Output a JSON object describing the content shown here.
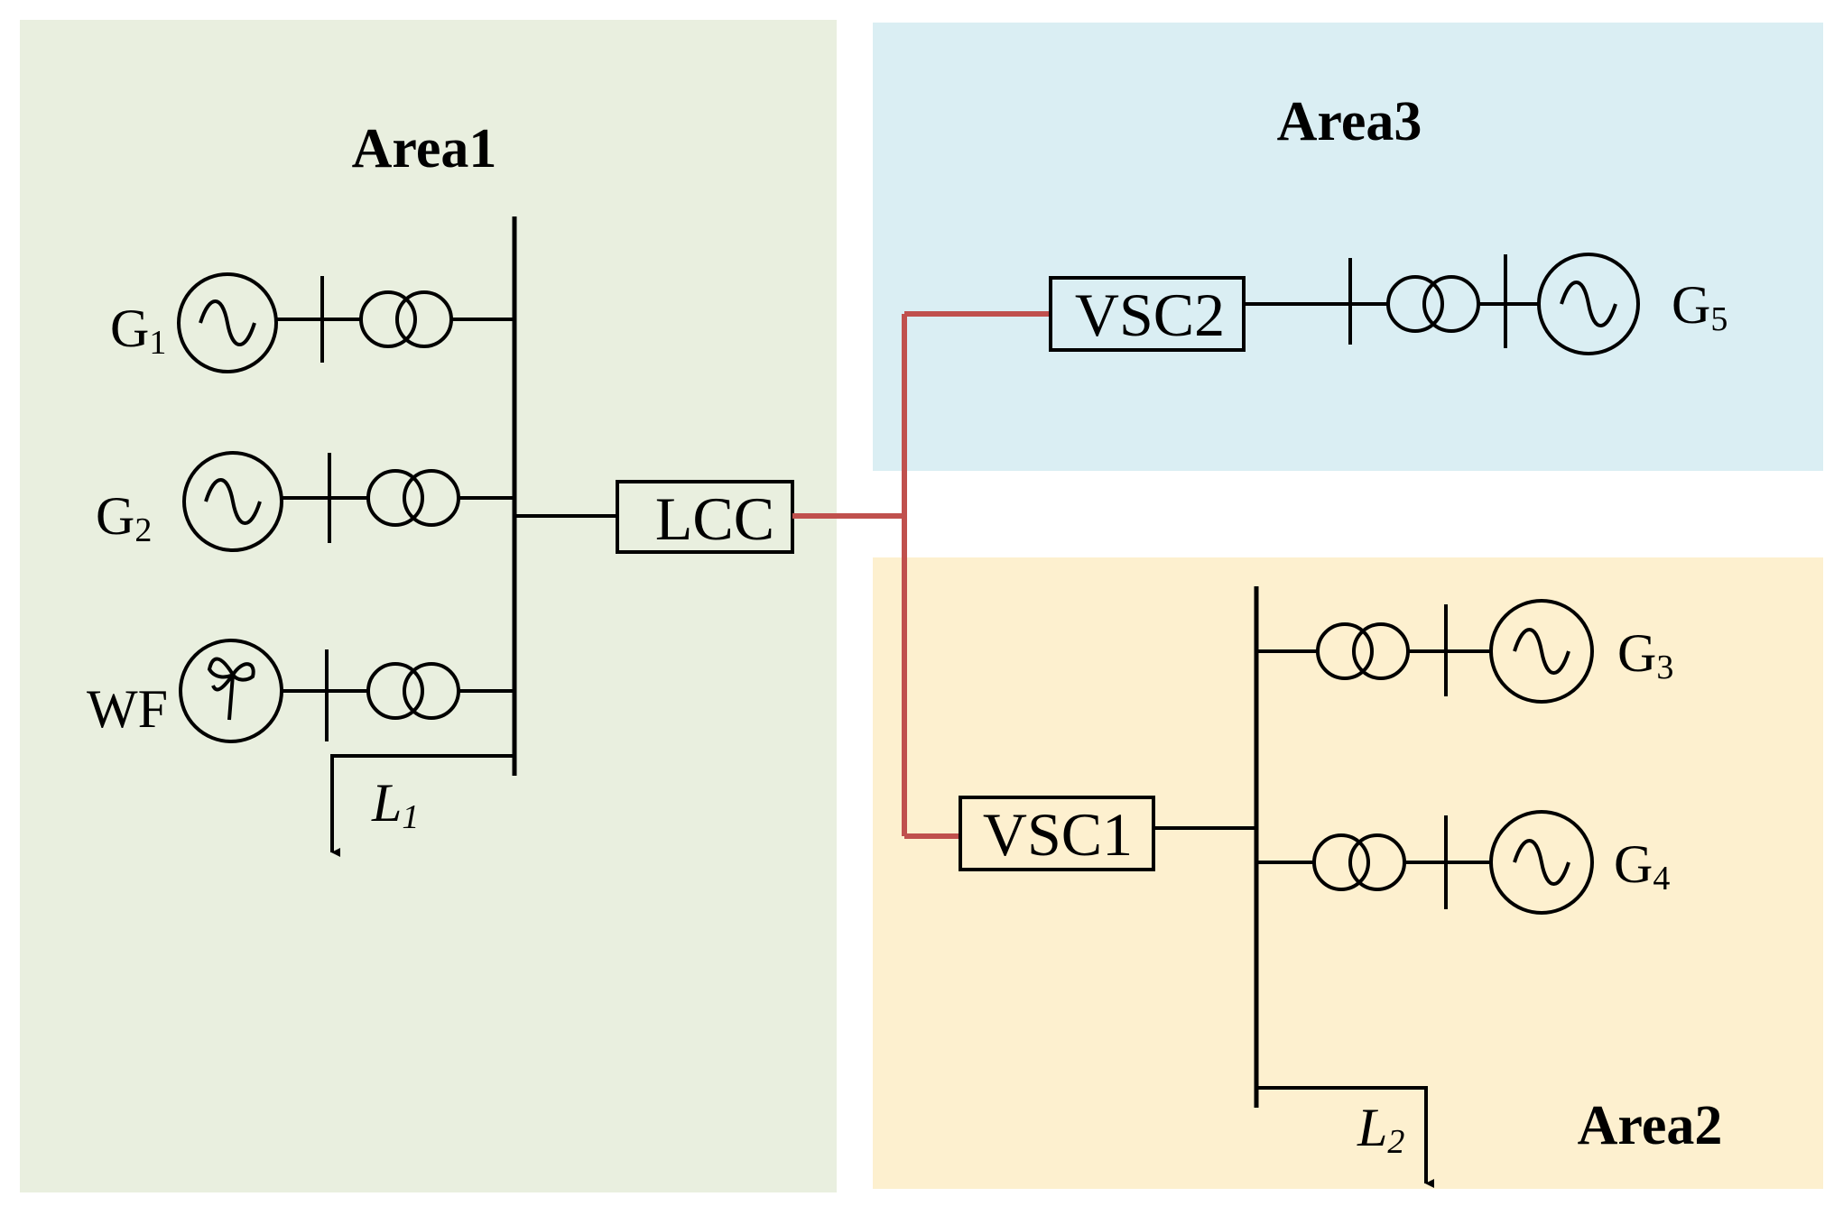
{
  "areas": {
    "area1": {
      "label": "Area1",
      "color": "#e9efdf"
    },
    "area2": {
      "label": "Area2",
      "color": "#fdf0cf"
    },
    "area3": {
      "label": "Area3",
      "color": "#daeef3"
    }
  },
  "converters": {
    "lcc": "LCC",
    "vsc1": "VSC1",
    "vsc2": "VSC2"
  },
  "labels": {
    "g1": {
      "base": "G",
      "sub": "1"
    },
    "g2": {
      "base": "G",
      "sub": "2"
    },
    "g3": {
      "base": "G",
      "sub": "3"
    },
    "g4": {
      "base": "G",
      "sub": "4"
    },
    "g5": {
      "base": "G",
      "sub": "5"
    },
    "wf": "WF",
    "l1": {
      "base": "L",
      "sub": "1"
    },
    "l2": {
      "base": "L",
      "sub": "2"
    }
  },
  "colors": {
    "dc_line": "#c0504d",
    "ac_line": "#000000"
  }
}
